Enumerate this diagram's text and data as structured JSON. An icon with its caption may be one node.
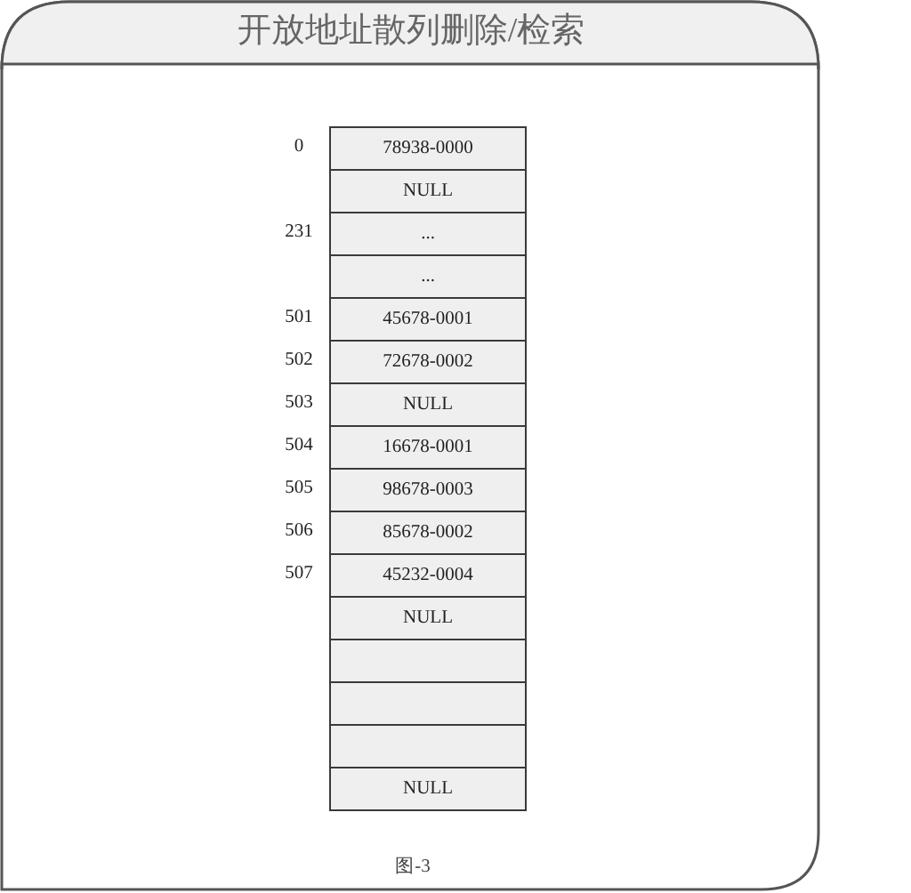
{
  "diagram": {
    "title": "开放地址散列删除/检索",
    "nodes": [
      {
        "text": [
          "78938-0000"
        ],
        "beside": [
          "0"
        ]
      },
      {
        "text": [
          "NULL"
        ]
      },
      {
        "text": [
          "..."
        ],
        "beside": [
          "231"
        ]
      },
      {
        "text": [
          "..."
        ]
      },
      {
        "text": [
          "45678-0001"
        ],
        "beside": [
          "501"
        ]
      },
      {
        "text": [
          "72678-0002"
        ],
        "beside": [
          "502"
        ]
      },
      {
        "text": [
          "NULL"
        ],
        "beside": [
          "503"
        ]
      },
      {
        "text": [
          "16678-0001"
        ],
        "beside": [
          "504"
        ]
      },
      {
        "text": [
          "98678-0003"
        ],
        "beside": [
          "505"
        ]
      },
      {
        "text": [
          "85678-0002"
        ],
        "beside": [
          "506"
        ]
      },
      {
        "text": [
          "45232-0004"
        ],
        "beside": [
          "507"
        ]
      },
      {
        "text": [
          "NULL"
        ]
      },
      {
        "text": [],
        "shape": "box"
      },
      {
        "text": [],
        "shape": "box"
      },
      {
        "text": [],
        "shape": "box"
      },
      {
        "text": [
          "NULL"
        ]
      }
    ],
    "caption": "图-3"
  }
}
